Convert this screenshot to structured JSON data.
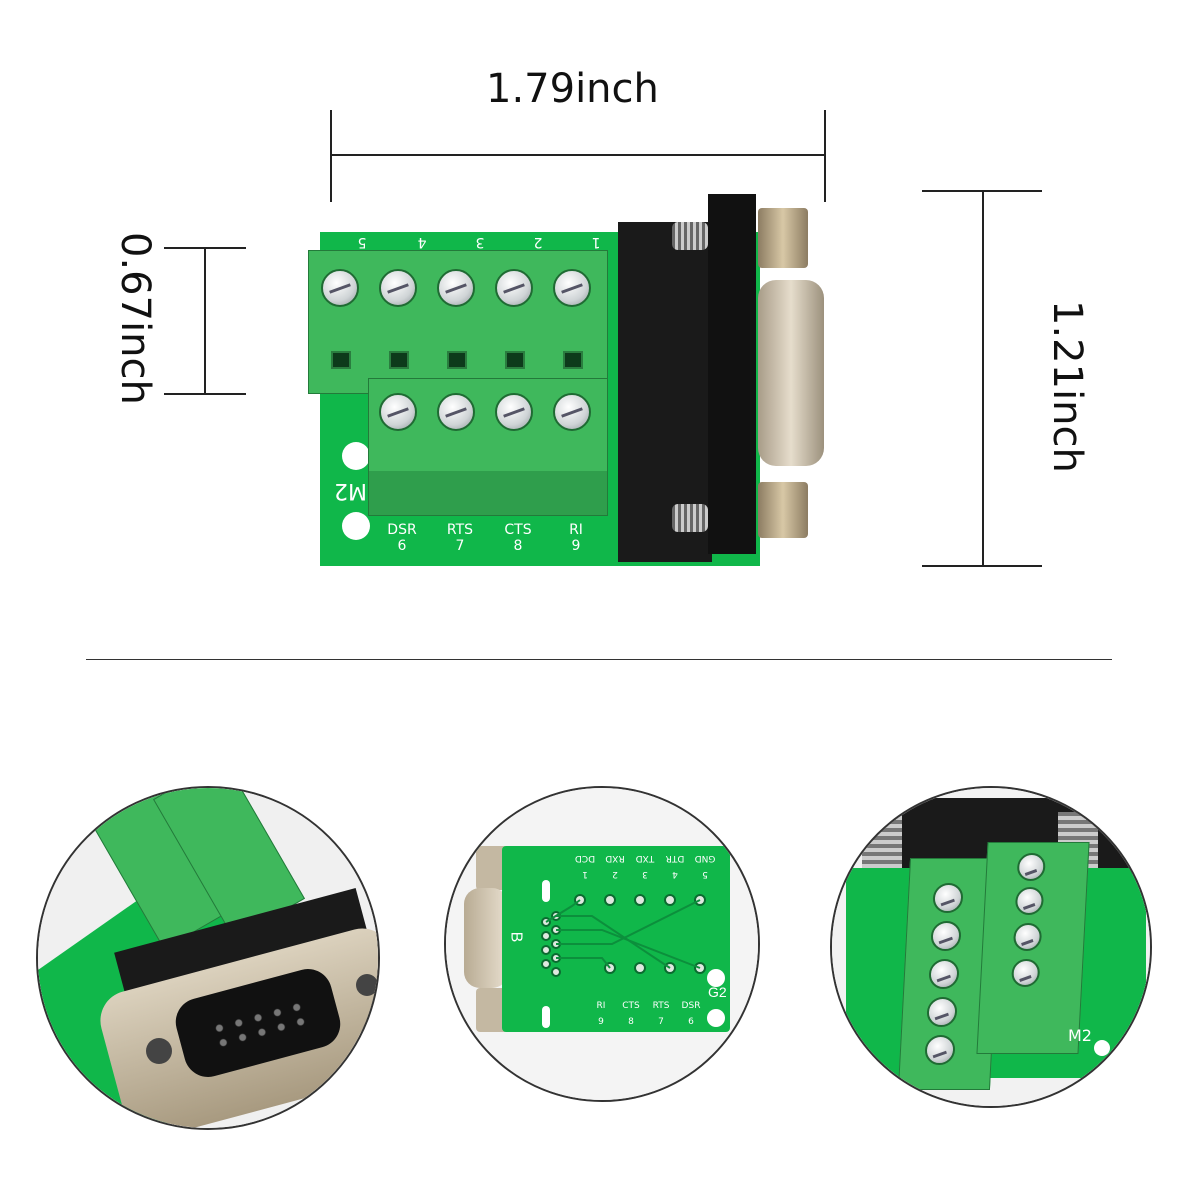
{
  "dimensions": {
    "width_label": "1.79inch",
    "height_label": "1.21inch",
    "terminal_height_label": "0.67inch"
  },
  "board": {
    "top_pin_numbers": [
      "5",
      "4",
      "3",
      "2",
      "1"
    ],
    "bottom_pins": [
      {
        "name": "DSR",
        "num": "6"
      },
      {
        "name": "RTS",
        "num": "7"
      },
      {
        "name": "CTS",
        "num": "8"
      },
      {
        "name": "RI",
        "num": "9"
      }
    ],
    "marking": "M2"
  },
  "back_view": {
    "top_labels": [
      {
        "name": "DCD",
        "num": "1"
      },
      {
        "name": "RXD",
        "num": "2"
      },
      {
        "name": "TXD",
        "num": "3"
      },
      {
        "name": "DTR",
        "num": "4"
      },
      {
        "name": "GND",
        "num": "5"
      }
    ],
    "bottom_labels": [
      {
        "name": "RI",
        "num": "9"
      },
      {
        "name": "CTS",
        "num": "8"
      },
      {
        "name": "RTS",
        "num": "7"
      },
      {
        "name": "DSR",
        "num": "6"
      }
    ],
    "marking_b": "B",
    "marking_g2": "G2"
  },
  "side_view": {
    "marking": "M2"
  },
  "colors": {
    "pcb": "#10b74a",
    "terminal": "#3fb85c",
    "connector_body": "#1a1a1a",
    "shell": "#c9bfae"
  }
}
